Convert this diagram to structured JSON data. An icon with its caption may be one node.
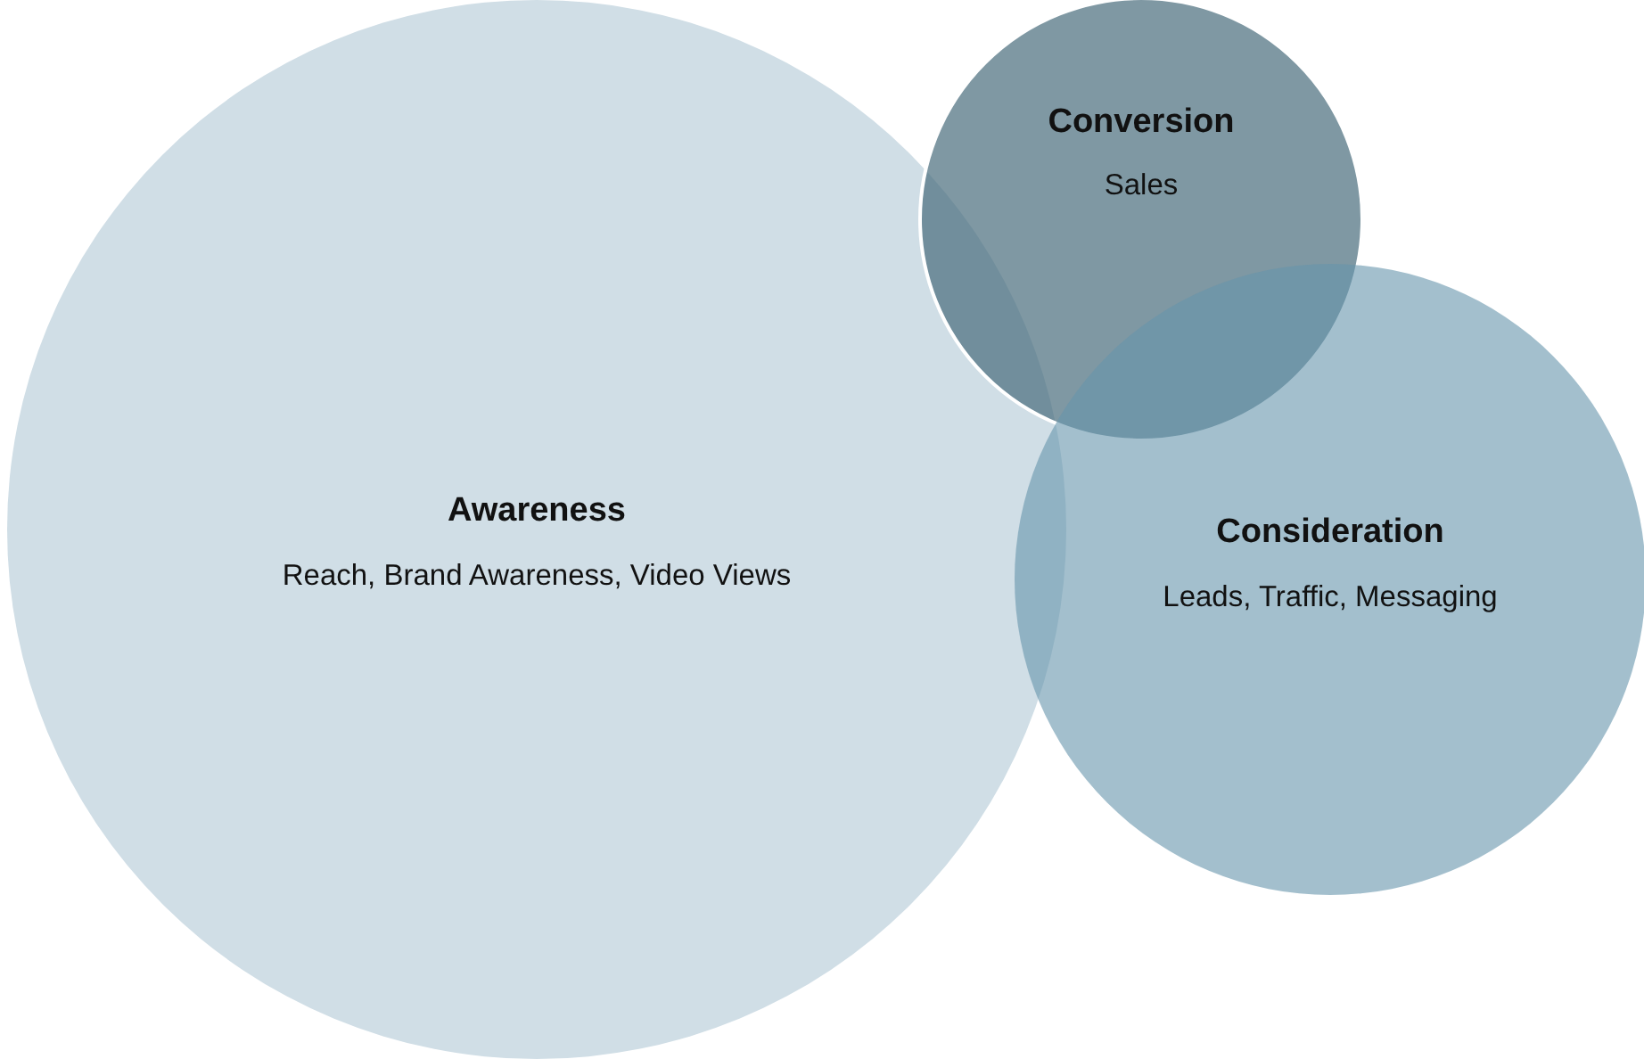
{
  "diagram": {
    "nodes": [
      {
        "text": [
          "Conversion",
          "Sales"
        ]
      },
      {
        "text": [
          "Awareness",
          "Reach, Brand Awareness, Video Views"
        ]
      },
      {
        "text": [
          "Consideration",
          "Leads, Traffic, Messaging"
        ]
      }
    ]
  }
}
